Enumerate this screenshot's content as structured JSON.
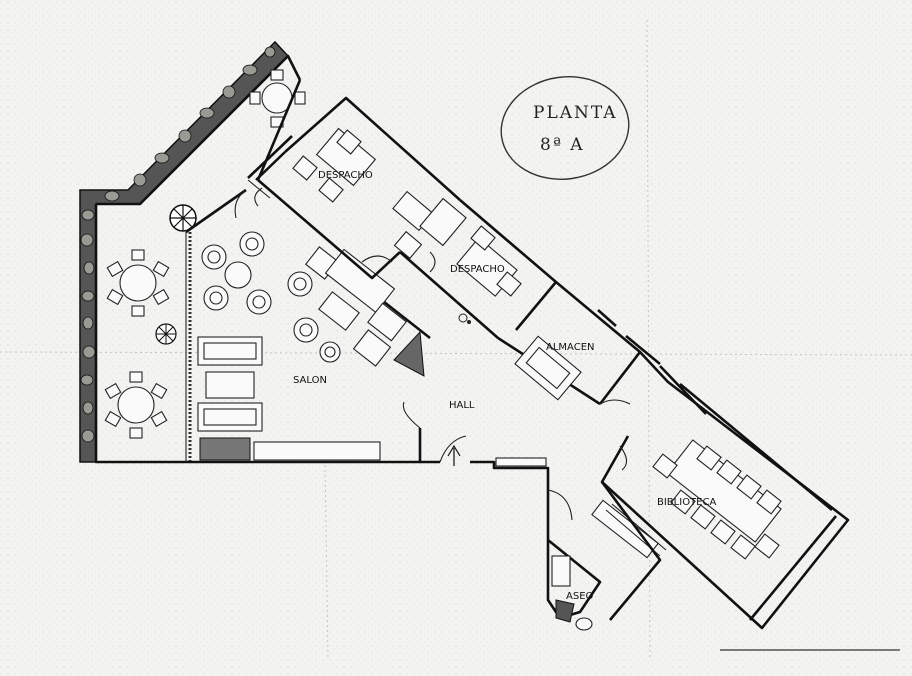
{
  "plan": {
    "stamp_line1": "PLANTA",
    "stamp_line2": "8ª A",
    "rooms": {
      "despacho_1": "DESPACHO",
      "despacho_2": "DESPACHO",
      "almacen": "ALMACEN",
      "salon": "SALON",
      "hall": "HALL",
      "biblioteca": "BIBLIOTECA",
      "aseo": "ASEO"
    }
  }
}
